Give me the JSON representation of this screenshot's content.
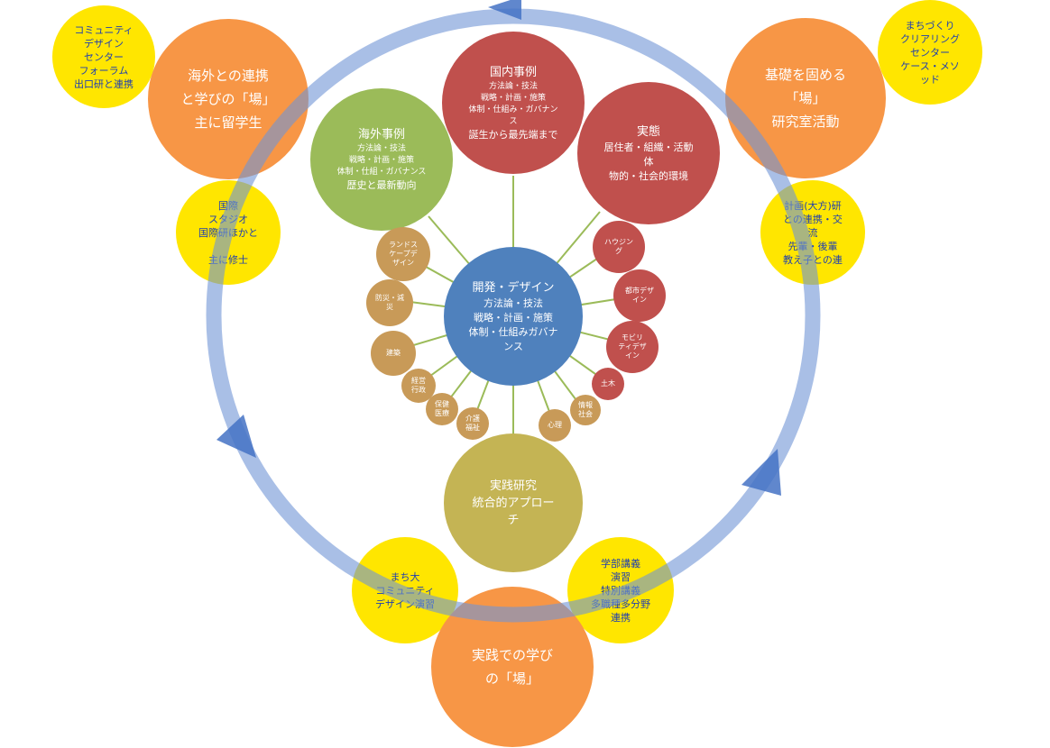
{
  "colors": {
    "ring": "#8fb3e8",
    "arrow": "#4472c4",
    "yellow": "#ffe600",
    "orange": "#f79646",
    "red": "#c0504d",
    "green": "#9bbb59",
    "blue": "#4f81bd",
    "olive": "#c4b454",
    "brown": "#c0504d",
    "tan": "#c89a58",
    "spoke": "#9bbb59"
  },
  "yellow_nodes": {
    "top_left": [
      "コミュニティ",
      "デザイン",
      "センター",
      "フォーラム",
      "出口研と連携"
    ],
    "top_right": [
      "まちづくり",
      "クリアリング",
      "センター",
      "ケース・メソ",
      "ッド"
    ],
    "left": [
      "国際",
      "スタジオ",
      "国際研ほかと",
      "",
      "主に修士"
    ],
    "right": [
      "計画(大方)研",
      "との連携・交",
      "流",
      "先輩・後輩",
      "教え子との連"
    ],
    "bottom_left": [
      "まち大",
      "コミュニティ",
      "デザイン演習"
    ],
    "bottom_right": [
      "学部講義",
      "演習",
      "特別講義",
      "多職種多分野",
      "連携"
    ]
  },
  "orange_nodes": {
    "top_left": [
      "海外との連携",
      "と学びの「場」",
      "主に留学生"
    ],
    "top_right": [
      "基礎を固める",
      "「場」",
      "研究室活動"
    ],
    "bottom": [
      "実践での学び",
      "の「場」"
    ]
  },
  "domestic": {
    "title": "国内事例",
    "lines": [
      "方法論・技法",
      "戦略・計画・施策",
      "体制・仕組み・ガバナン",
      "ス"
    ],
    "footer": "誕生から最先端まで"
  },
  "overseas": {
    "title": "海外事例",
    "lines": [
      "方法論・技法",
      "戦略・計画・施策",
      "体制・仕組・ガバナンス"
    ],
    "footer": "歴史と最新動向"
  },
  "reality": {
    "title": "実態",
    "lines": [
      "居住者・組織・活動",
      "体",
      "物的・社会的環境"
    ]
  },
  "center": {
    "title": "開発・デザイン",
    "lines": [
      "方法論・技法",
      "戦略・計画・施策",
      "体制・仕組みガバナ",
      "ンス"
    ]
  },
  "practice": {
    "lines": [
      "実践研究",
      "統合的アプロー",
      "チ"
    ]
  },
  "small_brown": {
    "housing": [
      "ハウジン",
      "グ"
    ],
    "urban": [
      "都市デザ",
      "イン"
    ],
    "mobility": [
      "モビリ",
      "ティデザ",
      "イン"
    ],
    "civil": [
      "土木"
    ]
  },
  "small_tan": {
    "landscape": [
      "ランドス",
      "ケープデ",
      "ザイン"
    ],
    "disaster": [
      "防災・減",
      "災"
    ],
    "architecture": [
      "建築"
    ],
    "admin": [
      "経営",
      "行政"
    ],
    "health": [
      "保健",
      "医療"
    ],
    "care": [
      "介護",
      "福祉"
    ],
    "psychology": [
      "心理"
    ],
    "info": [
      "情報",
      "社会"
    ]
  }
}
